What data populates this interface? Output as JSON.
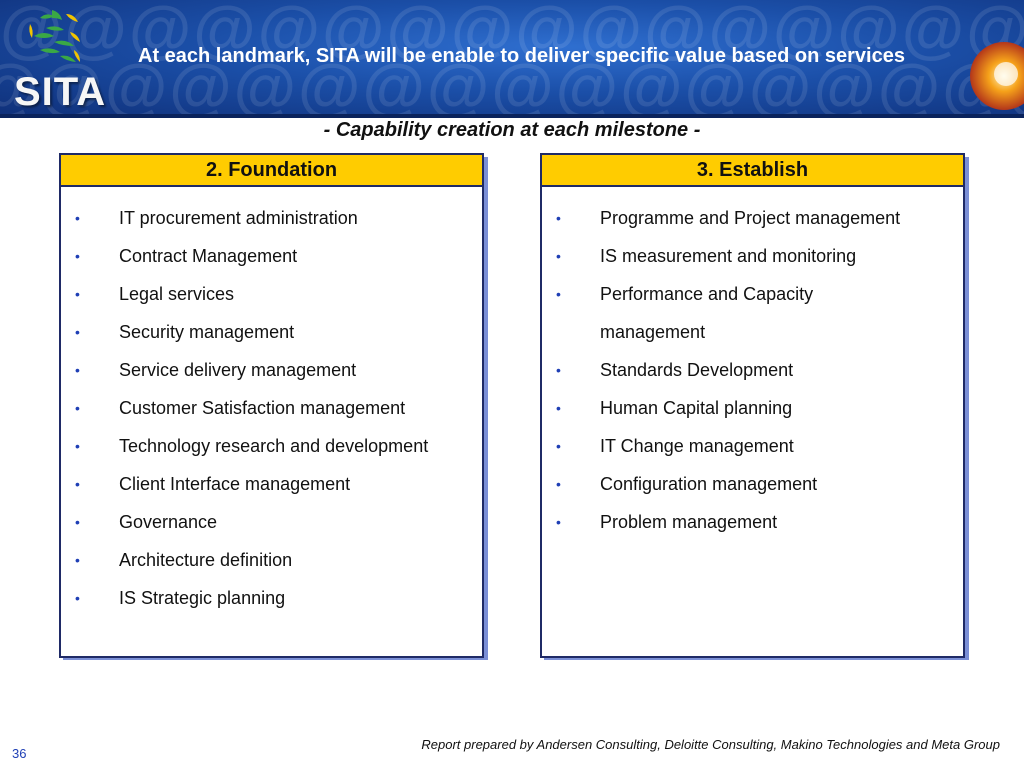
{
  "header": {
    "logo_text": "SITA",
    "title": "At each landmark, SITA will be enable to deliver specific value based on services"
  },
  "subtitle": "- Capability creation at each milestone -",
  "panels": [
    {
      "title": "2. Foundation",
      "items": [
        "IT procurement administration",
        "Contract Management",
        "Legal services",
        "Security management",
        "Service delivery management",
        "Customer Satisfaction management",
        "Technology research and development",
        "Client Interface management",
        "Governance",
        "Architecture definition",
        "IS Strategic planning"
      ]
    },
    {
      "title": "3. Establish",
      "items": [
        "Programme and  Project management",
        "IS measurement and monitoring",
        "Performance and Capacity management",
        "Standards Development",
        "Human Capital planning",
        "IT Change management",
        "Configuration management",
        "Problem management"
      ]
    }
  ],
  "footer": {
    "note": "Report prepared by Andersen Consulting, Deloitte Consulting, Makino Technologies and Meta Group",
    "page_number": "36"
  },
  "colors": {
    "header_blue": "#1b4fa8",
    "panel_header": "#ffcc00",
    "bullet": "#1f3fb5"
  }
}
